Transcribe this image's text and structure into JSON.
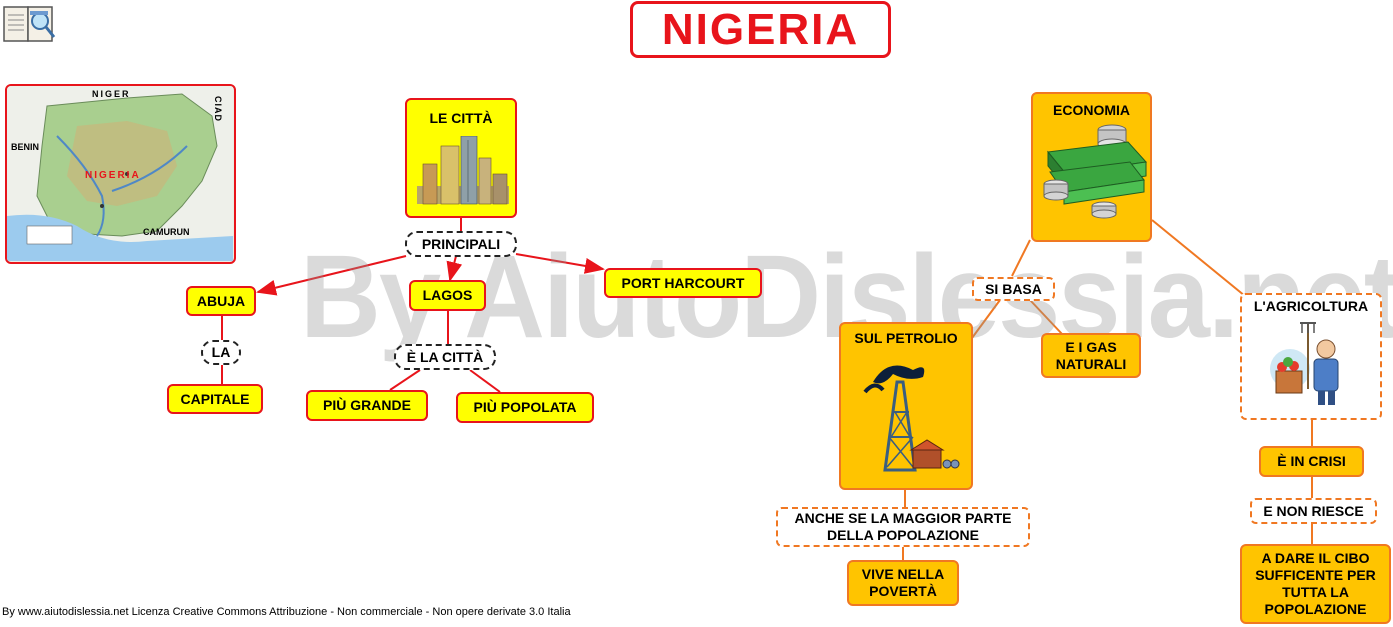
{
  "title": "NIGERIA",
  "map": {
    "niger": "NIGER",
    "ciad": "CIAD",
    "benin": "BENIN",
    "nigeria": "NIGERIA",
    "camerun": "CAMURUN"
  },
  "cities": {
    "header": "LE CITTÀ",
    "principali": "PRINCIPALI",
    "abuja": "ABUJA",
    "la": "LA",
    "capitale": "CAPITALE",
    "lagos": "LAGOS",
    "e_la_citta": "È LA CITTÀ",
    "piu_grande": "PIÙ GRANDE",
    "piu_popolata": "PIÙ POPOLATA",
    "port_harcourt": "PORT HARCOURT"
  },
  "economy": {
    "header": "ECONOMIA",
    "si_basa": "SI BASA",
    "petrolio": "SUL PETROLIO",
    "gas_line1": "E I GAS",
    "gas_line2": "NATURALI",
    "anche_line1": "ANCHE SE LA MAGGIOR PARTE",
    "anche_line2": "DELLA POPOLAZIONE",
    "vive_line1": "VIVE NELLA",
    "vive_line2": "POVERTÀ"
  },
  "agriculture": {
    "header": "L'AGRICOLTURA",
    "crisi": "È IN CRISI",
    "non_riesce": "E NON RIESCE",
    "cibo_line1": "A DARE IL CIBO",
    "cibo_line2": "SUFFICENTE PER",
    "cibo_line3": "TUTTA LA",
    "cibo_line4": "POPOLAZIONE"
  },
  "watermark": "By AiutoDislessia.net",
  "footer": "By www.aiutodislessia.net Licenza Creative Commons Attribuzione - Non commerciale - Non opere derivate 3.0 Italia",
  "colors": {
    "red": "#e8141b",
    "yellow": "#ffff00",
    "orange_fill": "#ffc400",
    "orange_line": "#f07822"
  }
}
